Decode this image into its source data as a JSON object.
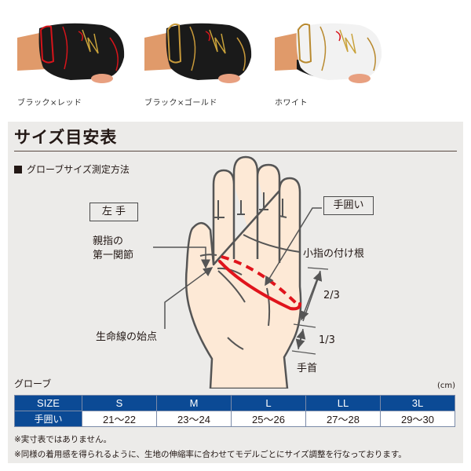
{
  "products": [
    {
      "name": "ブラック×レッド",
      "body": "#1a1a1a",
      "trim": "#d7141a",
      "emblem": "#c9a23a"
    },
    {
      "name": "ブラック×ゴールド",
      "body": "#1a1a1a",
      "trim": "#c99a3a",
      "emblem": "#c9a23a"
    },
    {
      "name": "ホワイト",
      "body": "#f2f2f2",
      "trim": "#b8892e",
      "emblem": "#c9a23a"
    }
  ],
  "section": {
    "title": "サイズ目安表",
    "method_heading": "グローブサイズ測定方法"
  },
  "diagram": {
    "hand_label": "左 手",
    "measure_label": "手囲い",
    "thumb_joint": [
      "親指の",
      "第一関節"
    ],
    "lifeline_start": "生命線の始点",
    "pinky_base": "小指の付け根",
    "ratio_upper": "2/3",
    "ratio_lower": "1/3",
    "wrist": "手首",
    "colors": {
      "skin": "#fde9d6",
      "outline": "#555555",
      "measure": "#e0141c"
    }
  },
  "table": {
    "heading": "グローブ",
    "unit": "(cm)",
    "header_label": "SIZE",
    "row_label": "手囲い",
    "sizes": [
      "S",
      "M",
      "L",
      "LL",
      "3L"
    ],
    "values": [
      "21～22",
      "23～24",
      "25～26",
      "27～28",
      "29～30"
    ],
    "header_color": "#0b4a95"
  },
  "notes": [
    "※実寸表ではありません。",
    "※同様の着用感を得られるように、生地の伸縮率に合わせてモデルごとにサイズ調整を行なっております。"
  ]
}
